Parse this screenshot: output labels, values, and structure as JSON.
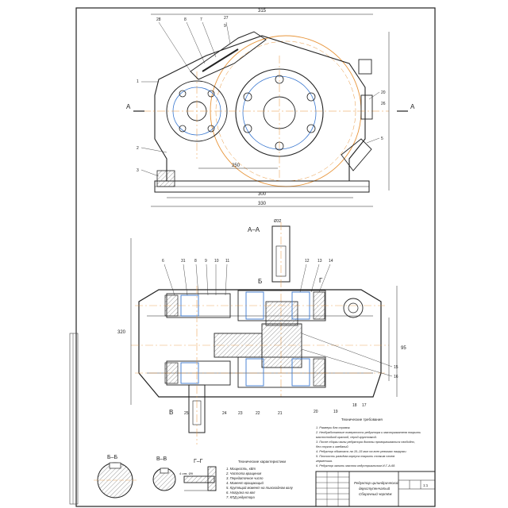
{
  "views": {
    "section_aa": "А–А",
    "section_bb": "Б–Б",
    "section_vv": "В–В",
    "section_gg": "Г–Г",
    "cut_a": "А",
    "cut_b": "Б",
    "cut_v": "В",
    "cut_g": "Г"
  },
  "dimensions": {
    "overall_length_top": "315",
    "center_distance": "250",
    "base_span": "300",
    "base_width": "330",
    "height_left": "320",
    "height_right": "95",
    "shaft_dia": "Ø32",
    "key_dim": "4 отв. Ø9"
  },
  "tech_req_title": "Технические требования",
  "tech_requirements": [
    "1. Размеры для справок.",
    "2. Необработанные поверхности редуктора и маслоуказателя покрыть",
    "   маслостойкой краской, серой грунтовкой.",
    "3. После сборки валы редуктора должны проворачиваться свободно,",
    "   без стуков и заеданий.",
    "4. Редуктор обкатать на 10–15 мин на всех режимах нагрузки.",
    "5. Плоскость разъёма корпуса покрыть тонким слоем",
    "   герметика.",
    "6. Редуктор залить маслом индустриальным И-Г-А-68."
  ],
  "spec_title": "Технические характеристики",
  "specifications": [
    "1. Мощность, кВт",
    "2. Частота вращения",
    "3. Передаточное число",
    "4. Момент вращающий",
    "5. Крутящий момент на тихоходном валу",
    "6. Нагрузка на вал",
    "7. КПД редуктора"
  ],
  "title_block": {
    "name_line1": "Редуктор цилиндрический",
    "name_line2": "двухступенчатый",
    "name_line3": "Сборочный чертёж",
    "sheet": "1:1"
  },
  "callouts_top": [
    "28",
    "8",
    "7",
    "27",
    "9",
    "1",
    "2",
    "3",
    "20",
    "26",
    "5"
  ],
  "callouts_section": [
    "6",
    "31",
    "8",
    "9",
    "10",
    "11",
    "12",
    "13",
    "14",
    "15",
    "16",
    "17",
    "18",
    "19",
    "20",
    "21",
    "22",
    "23",
    "24",
    "25"
  ]
}
